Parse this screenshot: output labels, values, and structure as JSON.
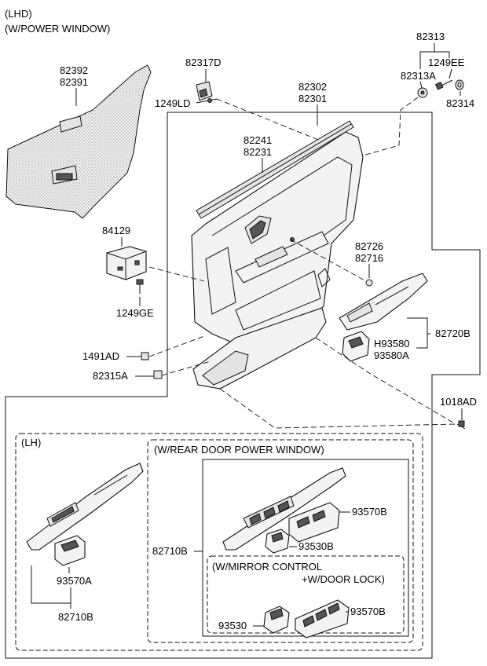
{
  "header": {
    "line1": "(LHD)",
    "line2": "(W/POWER WINDOW)"
  },
  "labels": {
    "p82392": "82392",
    "p82391": "82391",
    "p82317D": "82317D",
    "p1249LD": "1249LD",
    "p82302": "82302",
    "p82301": "82301",
    "p82313": "82313",
    "p1249EE": "1249EE",
    "p82313A": "82313A",
    "p82314": "82314",
    "p82241": "82241",
    "p82231": "82231",
    "p84129": "84129",
    "p1249GE": "1249GE",
    "p82726": "82726",
    "p82716": "82716",
    "pH93580": "H93580",
    "p93580A": "93580A",
    "p82720B": "82720B",
    "p1491AD": "1491AD",
    "p82315A": "82315A",
    "p1018AD": "1018AD"
  },
  "boxes": {
    "lh": "(LH)",
    "rear_power": "(W/REAR DOOR POWER WINDOW)",
    "mirror_line1": "(W/MIRROR CONTROL",
    "mirror_line2": "+W/DOOR LOCK)"
  },
  "sub_labels": {
    "p93570A": "93570A",
    "p82710B_lh": "82710B",
    "p93570B_1": "93570B",
    "p93530B": "93530B",
    "p82710B_rear": "82710B",
    "p93530": "93530",
    "p93570B_2": "93570B"
  }
}
